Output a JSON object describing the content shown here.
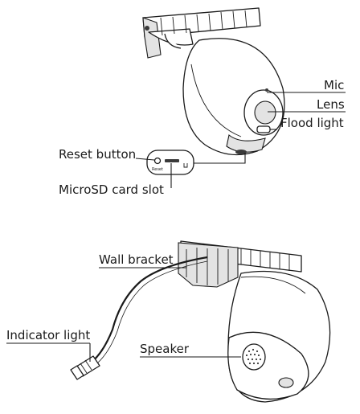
{
  "labels": {
    "mic": "Mic",
    "lens": "Lens",
    "flood_light": "Flood light",
    "reset_button": "Reset button",
    "reset_small": "Reset",
    "microsd_card_slot": "MicroSD card slot",
    "wall_bracket": "Wall bracket",
    "indicator_light": "Indicator light",
    "speaker": "Speaker"
  },
  "colors": {
    "ink": "#1a1a1a",
    "shade": "#e3e3e3",
    "background": "#ffffff"
  }
}
